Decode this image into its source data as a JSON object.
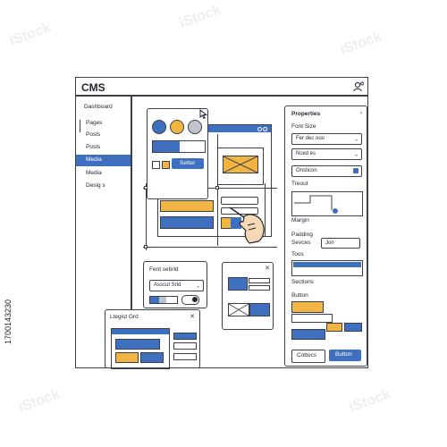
{
  "app": {
    "title": "CMS"
  },
  "sidebar": {
    "items": [
      {
        "label": "Dashboard"
      },
      {
        "label": "Pages"
      },
      {
        "label": "Posts"
      },
      {
        "label": "Posts"
      },
      {
        "label": "Media",
        "active": true
      },
      {
        "label": "Media"
      },
      {
        "label": "Desig s"
      }
    ]
  },
  "canvas": {
    "style_panel": {
      "button": "Setter"
    }
  },
  "font_popup": {
    "title": "Fent sebrld",
    "select_value": "Asscut Srld"
  },
  "grid_popup": {
    "title": "Ltegist Grd"
  },
  "properties": {
    "title": "Properties",
    "font_size_label": "Font Size",
    "select1": "Fer dec ooo",
    "select2": "Nced es",
    "select3": "Onsticon",
    "layout_label": "Treout",
    "margin_label": "Margin",
    "padding_label": "Padding",
    "spacing_label": "Sevces",
    "spacing_value": "Jon",
    "tools_label": "Toos",
    "sections_label": "Sections",
    "button_label": "Button",
    "cancel_btn": "Cottocs",
    "primary_btn": "Button"
  },
  "watermark": {
    "id": "1700143230"
  },
  "colors": {
    "accent": "#3f6fbf",
    "yellow": "#f2b544",
    "gray": "#c0c4cc",
    "line": "#3a3f4b"
  }
}
